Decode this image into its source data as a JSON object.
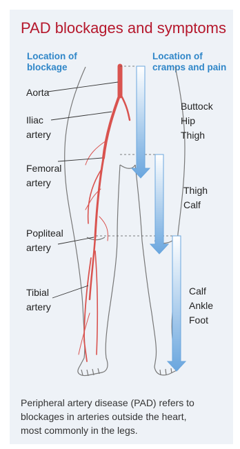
{
  "title": "PAD blockages and symptoms",
  "columns": {
    "left": "Location of\nblockage",
    "right": "Location of\ncramps and pain"
  },
  "arteries": [
    "Aorta",
    "Iliac\nartery",
    "Femoral\nartery",
    "Popliteal\nartery",
    "Tibial\nartery"
  ],
  "pain_zones": [
    "Buttock\nHip\nThigh",
    "Thigh\nCalf",
    "Calf\nAnkle\nFoot"
  ],
  "caption": "Peripheral artery disease (PAD) refers to\nblockages in arteries outside the heart,\nmost commonly in the legs.",
  "colors": {
    "title": "#b5172c",
    "heading": "#2f86c8",
    "artery": "#d9534f",
    "arrow": "#6aa6de",
    "background": "#eef2f7"
  }
}
